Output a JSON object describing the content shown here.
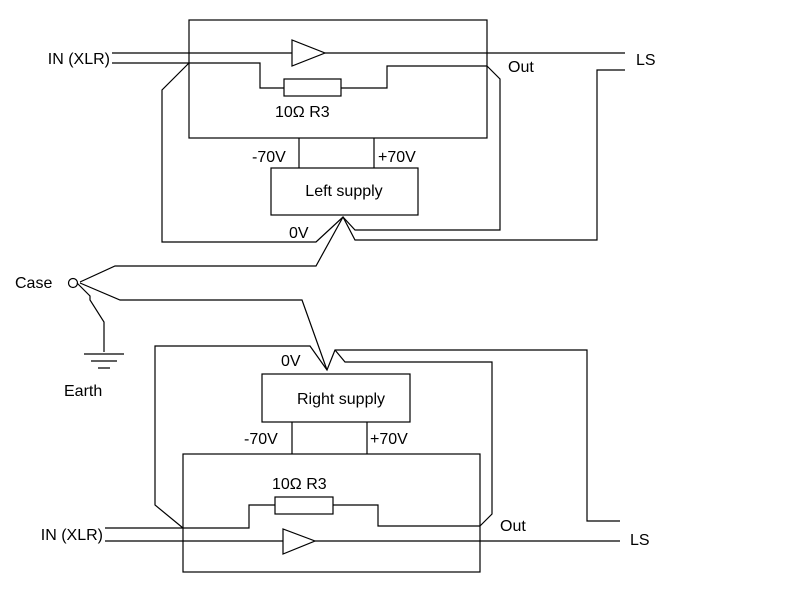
{
  "left_channel": {
    "input_label": "IN (XLR)",
    "output_label": "Out",
    "speaker_label": "LS",
    "resistor_label": "10Ω R3",
    "neg_rail_label": "-70V",
    "pos_rail_label": "+70V",
    "supply_label": "Left supply",
    "ground_label": "0V"
  },
  "right_channel": {
    "input_label": "IN (XLR)",
    "output_label": "Out",
    "speaker_label": "LS",
    "resistor_label": "10Ω R3",
    "neg_rail_label": "-70V",
    "pos_rail_label": "+70V",
    "supply_label": "Right supply",
    "ground_label": "0V"
  },
  "case_label": "Case",
  "earth_label": "Earth"
}
